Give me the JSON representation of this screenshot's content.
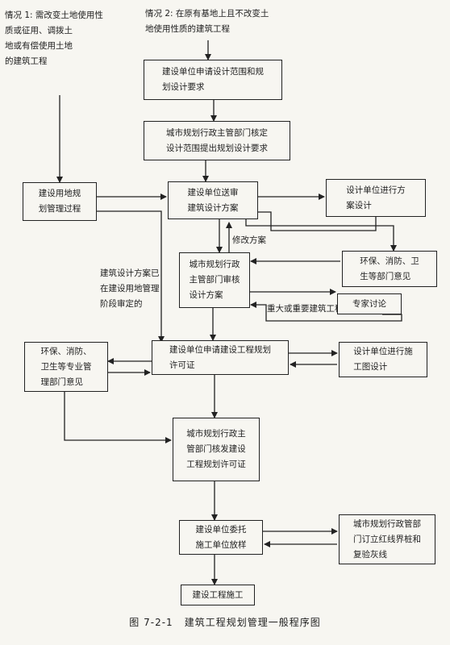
{
  "labels": {
    "case1": "情况 1:  需改变土地使用性\n质或征用、调拨土\n地或有偿使用土地\n的建筑工程",
    "case2": "情况 2:  在原有基地上且不改变土\n地使用性质的建筑工程",
    "revise": "修改方案",
    "approved_stage": "建筑设计方案已\n在建设用地管理\n阶段审定的",
    "major_project": "重大或重要建筑工程"
  },
  "nodes": {
    "apply_scope": "建设单位申请设计范围和规\n划设计要求",
    "planning_dept_scope": "城市规划行政主管部门核定\n设计范围提出规划设计要求",
    "land_mgmt": "建设用地规\n划管理过程",
    "submit_design": "建设单位送审\n建筑设计方案",
    "design_unit_scheme": "设计单位进行方\n案设计",
    "review_design": "城市规划行政\n主管部门审核\n设计方案",
    "env_fire_health_1": "环保、消防、卫\n生等部门意见",
    "expert": "专家讨论",
    "apply_permit": "建设单位申请建设工程规划\n许可证",
    "env_fire_health_2": "环保、消防、\n卫生等专业管\n理部门意见",
    "design_unit_construction": "设计单位进行施\n工图设计",
    "issue_permit": "城市规划行政主\n管部门核发建设\n工程规划许可证",
    "survey": "建设单位委托\n施工单位放样",
    "redline": "城市规划行政管部\n门订立红线界桩和\n复验灰线",
    "construction": "建设工程施工"
  },
  "caption": {
    "number": "图 7-2-1",
    "title": "建筑工程规划管理一般程序图"
  }
}
